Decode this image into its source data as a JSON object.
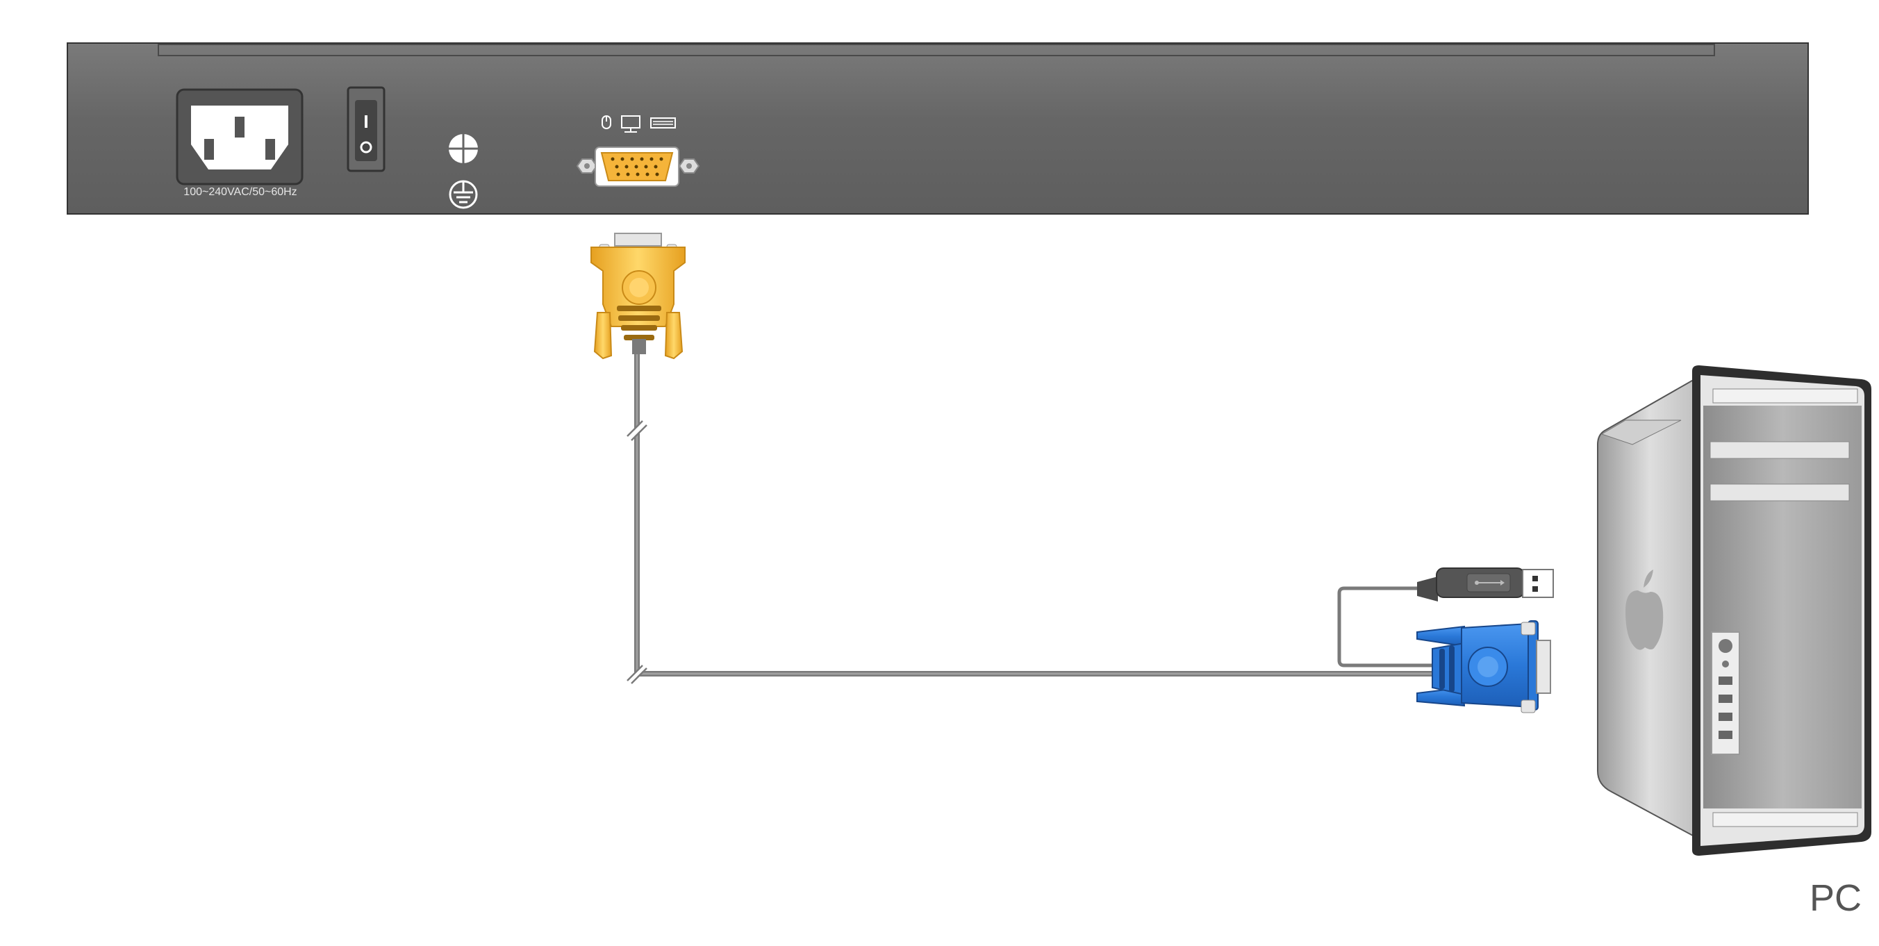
{
  "device_panel": {
    "power_label": "100~240VAC/50~60Hz",
    "switch_on_symbol": "I",
    "switch_off_symbol": "O"
  },
  "kvm_port_icons": [
    "mouse-icon",
    "monitor-icon",
    "keyboard-icon"
  ],
  "ground_icons": [
    "functional-earth-icon",
    "protective-earth-icon"
  ],
  "connectors": {
    "top": "vga-connector-yellow",
    "bottom_vga": "vga-connector-blue",
    "bottom_usb": "usb-a-connector"
  },
  "target": {
    "label": "PC",
    "icon": "tower-computer-icon"
  },
  "colors": {
    "panel": "#636363",
    "vga_yellow": "#f5b43a",
    "vga_blue": "#2f7fe0",
    "cable": "#7a7a7a"
  }
}
